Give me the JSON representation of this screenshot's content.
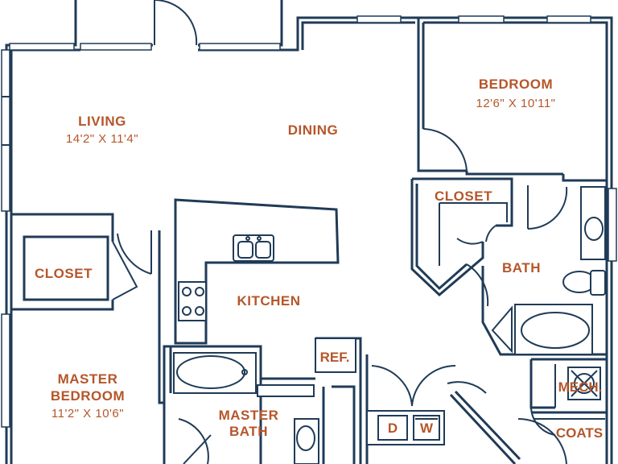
{
  "rooms": {
    "living": {
      "name": "LIVING",
      "dims": "14'2\" X 11'4\""
    },
    "dining": {
      "name": "DINING"
    },
    "bedroom": {
      "name": "BEDROOM",
      "dims": "12'6\" X 10'11\""
    },
    "closet_top": {
      "name": "CLOSET"
    },
    "closet_left": {
      "name": "CLOSET"
    },
    "bath": {
      "name": "BATH"
    },
    "kitchen": {
      "name": "KITCHEN"
    },
    "master_bedroom": {
      "name_line1": "MASTER",
      "name_line2": "BEDROOM",
      "dims": "11'2\" X 10'6\""
    },
    "master_bath": {
      "name_line1": "MASTER",
      "name_line2": "BATH"
    }
  },
  "appliances": {
    "ref": "REF.",
    "dryer": "D",
    "washer": "W",
    "mech": "MECH.",
    "coats": "COATS"
  },
  "colors": {
    "wall": "#1f3b57",
    "label": "#b5562a",
    "background": "#ffffff"
  }
}
